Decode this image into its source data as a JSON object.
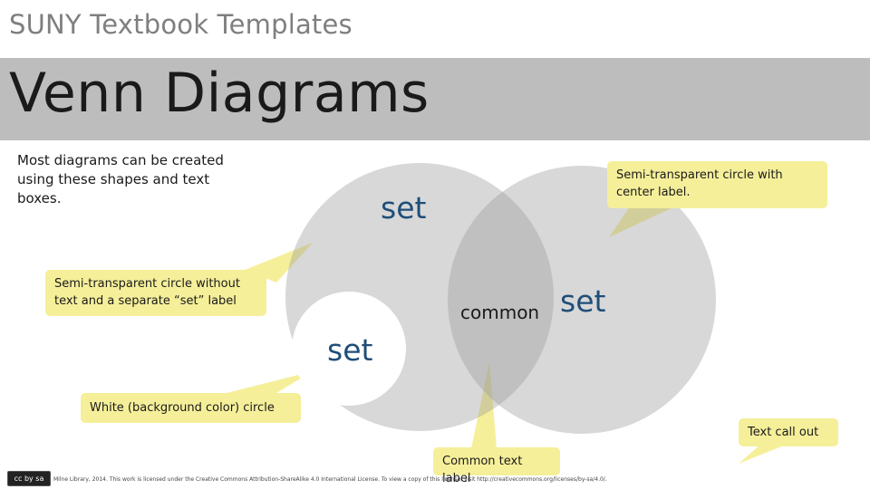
{
  "header": {
    "title": "SUNY Textbook Templates"
  },
  "slide": {
    "title": "Venn Diagrams",
    "intro": "Most diagrams can be created using these shapes and text boxes."
  },
  "diagram": {
    "set_label_top": "set",
    "set_label_right": "set",
    "set_label_small": "set",
    "common_label": "common"
  },
  "callouts": {
    "left_circle": "Semi-transparent circle without text and a separate “set” label",
    "right_circle": "Semi-transparent circle with center label.",
    "white_circle": "White (background color) circle",
    "common": "Common text label",
    "text_callout": "Text call out"
  },
  "colors": {
    "title_band": "#bdbdbd",
    "circle_fill": "#c8c8c8",
    "callout_fill": "#f5ef9a",
    "set_label": "#1f4e79"
  },
  "footer": {
    "badge": "cc by sa",
    "license": "Milne Library, 2014. This work is licensed under the Creative Commons Attribution-ShareAlike 4.0 International License. To view a copy of this license, visit http://creativecommons.org/licenses/by-sa/4.0/."
  }
}
